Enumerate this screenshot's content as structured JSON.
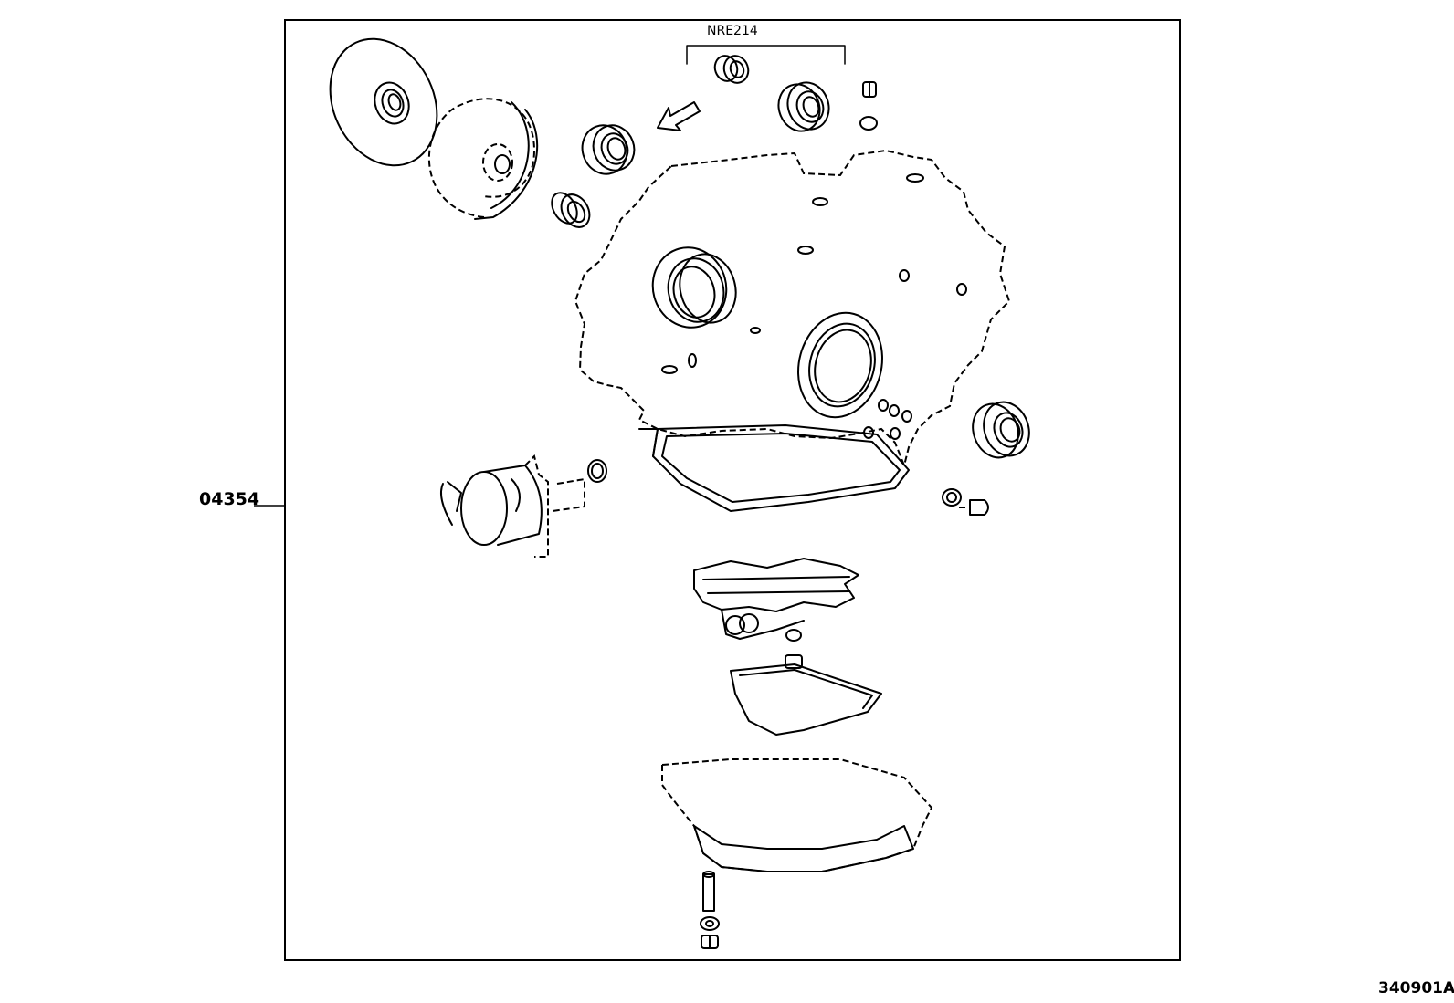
{
  "labels": {
    "group_code": "NRE214",
    "kit_part_number": "04354",
    "figure_id": "340901A"
  }
}
